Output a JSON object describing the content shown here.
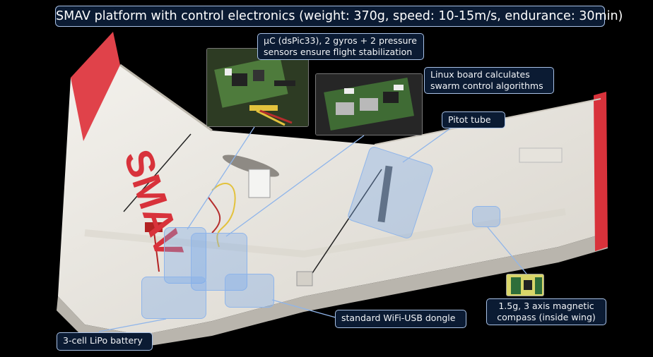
{
  "title": "SMAV platform with control electronics (weight: 370g, speed: 10-15m/s, endurance: 30min)",
  "labels": {
    "microcontroller": [
      "µC (dsPic33), 2 gyros + 2 pressure",
      "sensors ensure flight stabilization"
    ],
    "linux_board": [
      "Linux board calculates",
      "swarm control algorithms"
    ],
    "pitot": "Pitot tube",
    "compass": [
      "1.5g, 3 axis magnetic",
      "compass (inside wing)"
    ],
    "wifi": "standard WiFi-USB dongle",
    "battery": "3-cell LiPo battery"
  },
  "wing_logo_text": "SMAV",
  "colors": {
    "label_bg": "#0b1b33",
    "label_border": "#a8c1e6",
    "wing_red": "#e0424a",
    "highlight": "#8fb5ea"
  }
}
